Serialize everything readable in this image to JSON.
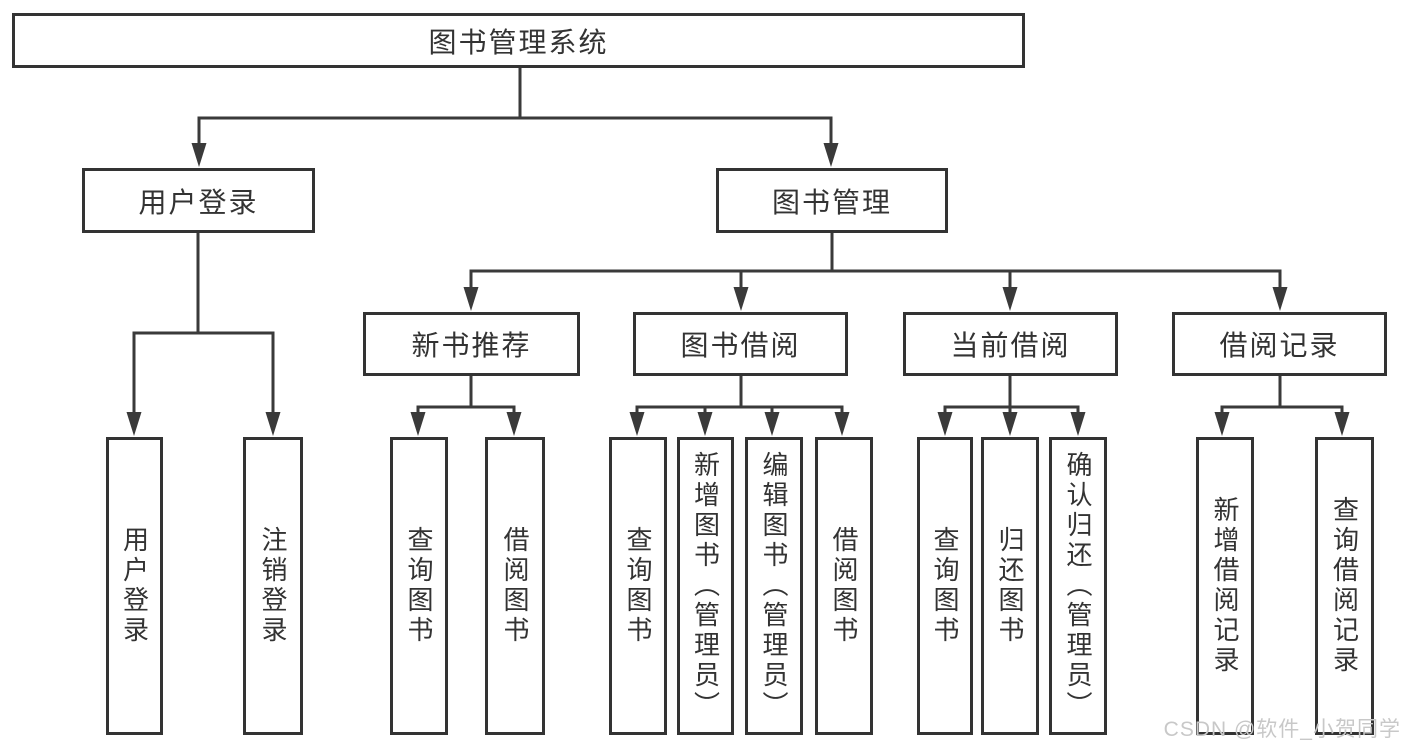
{
  "title": "图书管理系统",
  "tree": {
    "root": "图书管理系统",
    "user_login": {
      "label": "用户登录",
      "children": [
        "用户登录",
        "注销登录"
      ]
    },
    "book_mgmt": {
      "label": "图书管理",
      "children": {
        "new_books": {
          "label": "新书推荐",
          "children": [
            "查询图书",
            "借阅图书"
          ]
        },
        "book_borrow": {
          "label": "图书借阅",
          "children": [
            "查询图书",
            "新增图书（管理员）",
            "编辑图书（管理员）",
            "借阅图书"
          ]
        },
        "current_borrow": {
          "label": "当前借阅",
          "children": [
            "查询图书",
            "归还图书",
            "确认归还（管理员）"
          ]
        },
        "borrow_records": {
          "label": "借阅记录",
          "children": [
            "新增借阅记录",
            "查询借阅记录"
          ]
        }
      }
    }
  },
  "watermark": "CSDN @软件_小贺同学",
  "colors": {
    "line": "#3a3a3a",
    "border": "#333333",
    "text": "#333333",
    "background": "#ffffff",
    "watermark": "#c8c8c8"
  }
}
